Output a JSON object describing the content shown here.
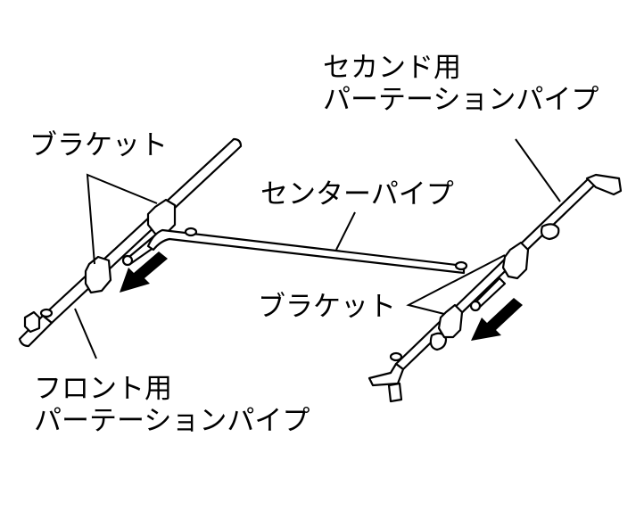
{
  "diagram": {
    "type": "parts-illustration",
    "colors": {
      "line": "#000000",
      "background": "#ffffff"
    },
    "labels": {
      "second_partition_pipe": {
        "line1": "セカンド用",
        "line2": "パーテーションパイプ"
      },
      "bracket_left": "ブラケット",
      "center_pipe": "センターパイプ",
      "bracket_right": "ブラケット",
      "front_partition_pipe": {
        "line1": "フロント用",
        "line2": "パーテーションパイプ"
      }
    },
    "parts": [
      {
        "id": "front-partition-pipe",
        "name": "フロント用パーテーションパイプ"
      },
      {
        "id": "second-partition-pipe",
        "name": "セカンド用パーテーションパイプ"
      },
      {
        "id": "center-pipe",
        "name": "センターパイプ"
      },
      {
        "id": "bracket",
        "name": "ブラケット",
        "count_left": 2,
        "count_right": 2
      }
    ],
    "arrows": [
      {
        "id": "arrow-left",
        "direction": "down-left"
      },
      {
        "id": "arrow-right",
        "direction": "down-left"
      }
    ]
  }
}
